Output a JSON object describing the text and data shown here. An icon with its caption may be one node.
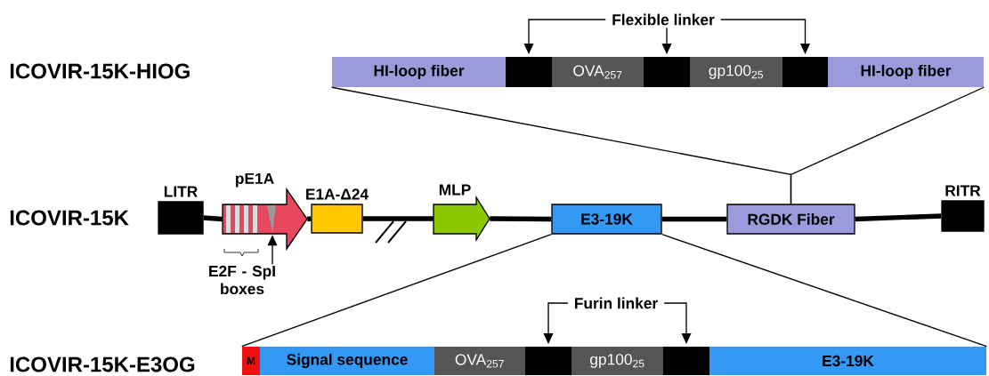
{
  "diagram": {
    "nodes": [
      {
        "text": [
          "HI-loop fiber"
        ]
      },
      {
        "text": [],
        "shape": "box"
      },
      {
        "text": [
          "OVA$_{257}$"
        ]
      },
      {
        "text": [],
        "shape": "box"
      },
      {
        "text": [
          "gp100$_{25}$"
        ]
      },
      {
        "text": [],
        "shape": "box"
      },
      {
        "text": [
          "HI-loop fiber"
        ]
      },
      {
        "text": [
          "Flexible linker"
        ]
      },
      {
        "text": [
          "LITR"
        ]
      },
      {
        "text": [
          "pE1A"
        ]
      },
      {
        "text": [
          "E1A-Δ24"
        ]
      },
      {
        "text": [
          "MLP"
        ]
      },
      {
        "text": [
          "E3-19K"
        ]
      },
      {
        "text": [
          "RGDK Fiber"
        ]
      },
      {
        "text": [
          "RITR"
        ]
      },
      {
        "text": [
          "E2F - SpI boxes"
        ]
      },
      {
        "text": [
          "M"
        ]
      },
      {
        "text": [
          "Signal sequence"
        ]
      },
      {
        "text": [
          "OVA$_{257}$"
        ]
      },
      {
        "text": [],
        "shape": "box"
      },
      {
        "text": [
          "gp100$_{25}$"
        ]
      },
      {
        "text": [],
        "shape": "box"
      },
      {
        "text": [
          "E3-19K"
        ]
      },
      {
        "text": [
          "Furin linker"
        ]
      }
    ],
    "edges": [
      {
        "from": 7,
        "to": 1,
        "arrow": "to"
      },
      {
        "from": 7,
        "to": 3,
        "arrow": "to"
      },
      {
        "from": 7,
        "to": 5,
        "arrow": "to"
      },
      {
        "from": 8,
        "to": 9,
        "arrow": "none",
        "style": "thick"
      },
      {
        "from": 9,
        "to": 10,
        "arrow": "none",
        "style": "thick"
      },
      {
        "from": 10,
        "to": 11,
        "arrow": "none",
        "style": "thick"
      },
      {
        "from": 11,
        "to": 12,
        "arrow": "none",
        "style": "thick"
      },
      {
        "from": 12,
        "to": 13,
        "arrow": "none",
        "style": "thick"
      },
      {
        "from": 13,
        "to": 14,
        "arrow": "none",
        "style": "thick"
      },
      {
        "from": 13,
        "to": 0,
        "arrow": "none"
      },
      {
        "from": 13,
        "to": 6,
        "arrow": "none"
      },
      {
        "from": 15,
        "to": 9,
        "arrow": "to"
      },
      {
        "from": 12,
        "to": 16,
        "arrow": "none"
      },
      {
        "from": 12,
        "to": 22,
        "arrow": "none"
      },
      {
        "from": 23,
        "to": 19,
        "arrow": "to"
      },
      {
        "from": 23,
        "to": 21,
        "arrow": "to"
      }
    ],
    "labels": [
      "ICOVIR-15K-HIOG",
      "ICOVIR-15K",
      "ICOVIR-15K-E3OG"
    ]
  }
}
